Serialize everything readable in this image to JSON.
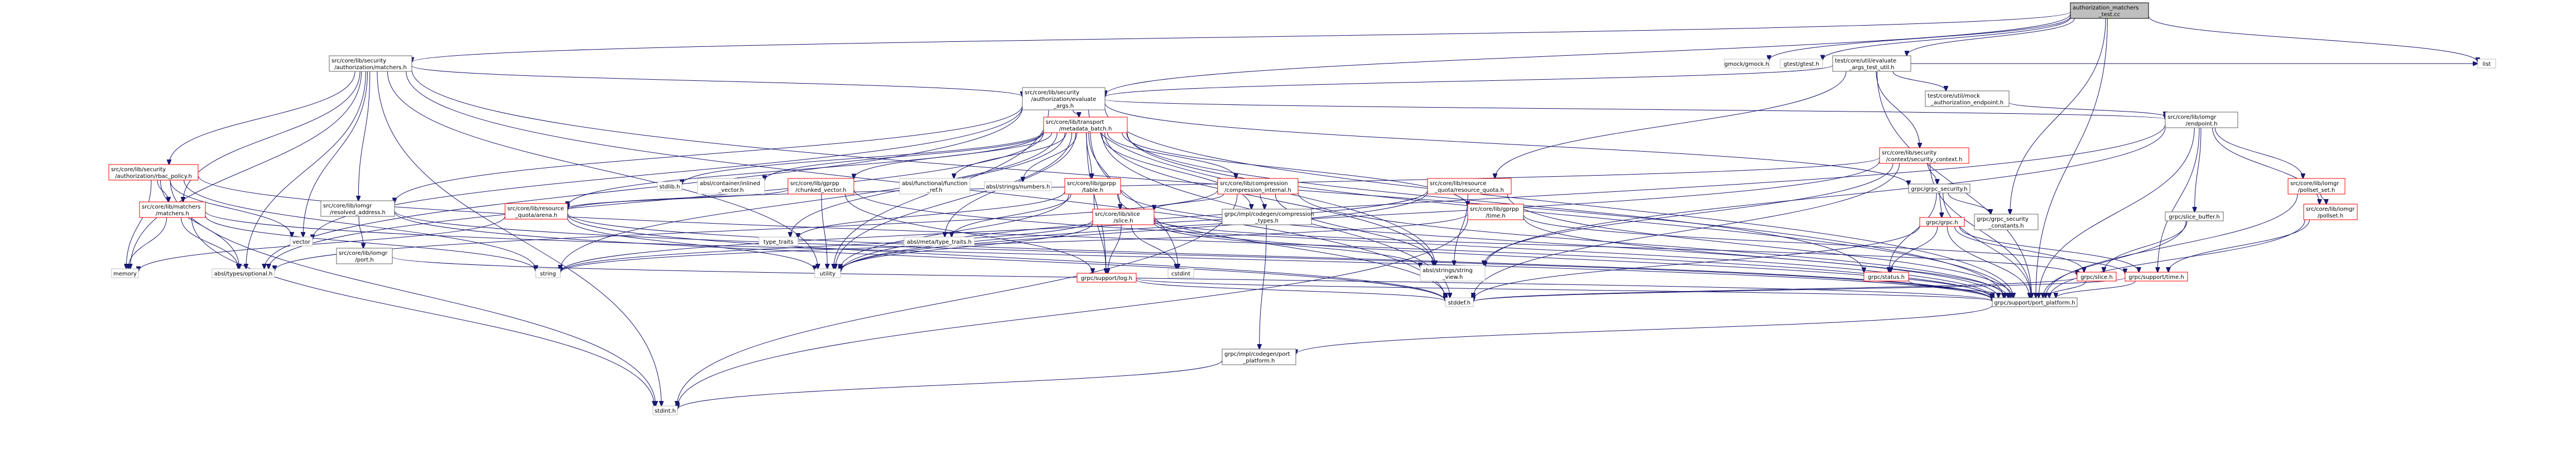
{
  "title": "authorization_matchers_test.cc",
  "colors": {
    "edge": "#191970",
    "root_fill": "#bfbfbf",
    "missing_border": "#ff0000",
    "normal_border": "#666666",
    "external_border": "#bfbfbf"
  },
  "nodes": [
    {
      "id": "root",
      "lines": [
        "authorization_matchers",
        "_test.cc"
      ],
      "style": "root"
    },
    {
      "id": "matchers_h",
      "lines": [
        "src/core/lib/security",
        "/authorization/matchers.h"
      ],
      "style": "black"
    },
    {
      "id": "gmock",
      "lines": [
        "gmock/gmock.h"
      ],
      "style": "grey"
    },
    {
      "id": "gtest",
      "lines": [
        "gtest/gtest.h"
      ],
      "style": "grey"
    },
    {
      "id": "evaluate_util",
      "lines": [
        "test/core/util/evaluate",
        "_args_test_util.h"
      ],
      "style": "black"
    },
    {
      "id": "list",
      "lines": [
        "list"
      ],
      "style": "grey"
    },
    {
      "id": "evaluate_args",
      "lines": [
        "src/core/lib/security",
        "/authorization/evaluate",
        "_args.h"
      ],
      "style": "black"
    },
    {
      "id": "mock_endpoint",
      "lines": [
        "test/core/util/mock",
        "_authorization_endpoint.h"
      ],
      "style": "black"
    },
    {
      "id": "iomgr_endpoint",
      "lines": [
        "src/core/lib/iomgr",
        "/endpoint.h"
      ],
      "style": "black"
    },
    {
      "id": "metadata_batch",
      "lines": [
        "src/core/lib/transport",
        "/metadata_batch.h"
      ],
      "style": "red"
    },
    {
      "id": "rbac_policy",
      "lines": [
        "src/core/lib/security",
        "/authorization/rbac_policy.h"
      ],
      "style": "red"
    },
    {
      "id": "security_context",
      "lines": [
        "src/core/lib/security",
        "/context/security_context.h"
      ],
      "style": "red"
    },
    {
      "id": "grpc_security",
      "lines": [
        "grpc/grpc_security.h"
      ],
      "style": "black"
    },
    {
      "id": "stdlib",
      "lines": [
        "stdlib.h"
      ],
      "style": "grey"
    },
    {
      "id": "inlined_vector",
      "lines": [
        "absl/container/inlined",
        "_vector.h"
      ],
      "style": "grey"
    },
    {
      "id": "chunked_vector",
      "lines": [
        "src/core/lib/gprpp",
        "/chunked_vector.h"
      ],
      "style": "red"
    },
    {
      "id": "function_ref",
      "lines": [
        "absl/functional/function",
        "_ref.h"
      ],
      "style": "grey"
    },
    {
      "id": "numbers",
      "lines": [
        "absl/strings/numbers.h"
      ],
      "style": "grey"
    },
    {
      "id": "table",
      "lines": [
        "src/core/lib/gprpp",
        "/table.h"
      ],
      "style": "red"
    },
    {
      "id": "compression_internal",
      "lines": [
        "src/core/lib/compression",
        "/compression_internal.h"
      ],
      "style": "red"
    },
    {
      "id": "resource_quota",
      "lines": [
        "src/core/lib/resource",
        "_quota/resource_quota.h"
      ],
      "style": "red"
    },
    {
      "id": "pollset_set",
      "lines": [
        "src/core/lib/iomgr",
        "/pollset_set.h"
      ],
      "style": "red"
    },
    {
      "id": "slice_buffer",
      "lines": [
        "grpc/slice_buffer.h"
      ],
      "style": "black"
    },
    {
      "id": "grpc_h",
      "lines": [
        "grpc/grpc.h"
      ],
      "style": "red"
    },
    {
      "id": "security_constants",
      "lines": [
        "grpc/grpc_security",
        "_constants.h"
      ],
      "style": "black"
    },
    {
      "id": "lib_matchers",
      "lines": [
        "src/core/lib/matchers",
        "/matchers.h"
      ],
      "style": "red"
    },
    {
      "id": "resolved_address",
      "lines": [
        "src/core/lib/iomgr",
        "/resolved_address.h"
      ],
      "style": "black"
    },
    {
      "id": "vector",
      "lines": [
        "vector"
      ],
      "style": "grey"
    },
    {
      "id": "arena",
      "lines": [
        "src/core/lib/resource",
        "_quota/arena.h"
      ],
      "style": "red"
    },
    {
      "id": "type_traits",
      "lines": [
        "type_traits"
      ],
      "style": "grey"
    },
    {
      "id": "meta_type_traits",
      "lines": [
        "absl/meta/type_traits.h"
      ],
      "style": "grey"
    },
    {
      "id": "lib_slice",
      "lines": [
        "src/core/lib/slice",
        "/slice.h"
      ],
      "style": "red"
    },
    {
      "id": "compression_types",
      "lines": [
        "grpc/impl/codegen/compression",
        "_types.h"
      ],
      "style": "black"
    },
    {
      "id": "gprpp_time",
      "lines": [
        "src/core/lib/gprpp",
        "/time.h"
      ],
      "style": "red"
    },
    {
      "id": "pollset",
      "lines": [
        "src/core/lib/iomgr",
        "/pollset.h"
      ],
      "style": "red"
    },
    {
      "id": "memory",
      "lines": [
        "memory"
      ],
      "style": "grey"
    },
    {
      "id": "optional",
      "lines": [
        "absl/types/optional.h"
      ],
      "style": "grey"
    },
    {
      "id": "iomgr_port",
      "lines": [
        "src/core/lib/iomgr",
        "/port.h"
      ],
      "style": "black"
    },
    {
      "id": "string",
      "lines": [
        "string"
      ],
      "style": "grey"
    },
    {
      "id": "utility",
      "lines": [
        "utility"
      ],
      "style": "grey"
    },
    {
      "id": "cstdint",
      "lines": [
        "cstdint"
      ],
      "style": "grey"
    },
    {
      "id": "support_log",
      "lines": [
        "grpc/support/log.h"
      ],
      "style": "red"
    },
    {
      "id": "string_view",
      "lines": [
        "absl/strings/string",
        "_view.h"
      ],
      "style": "grey"
    },
    {
      "id": "status_h",
      "lines": [
        "grpc/status.h"
      ],
      "style": "red"
    },
    {
      "id": "grpc_slice",
      "lines": [
        "grpc/slice.h"
      ],
      "style": "red"
    },
    {
      "id": "support_time",
      "lines": [
        "grpc/support/time.h"
      ],
      "style": "red"
    },
    {
      "id": "stddef",
      "lines": [
        "stddef.h"
      ],
      "style": "grey"
    },
    {
      "id": "port_platform",
      "lines": [
        "grpc/support/port_platform.h"
      ],
      "style": "black"
    },
    {
      "id": "codegen_port_platform",
      "lines": [
        "grpc/impl/codegen/port",
        "_platform.h"
      ],
      "style": "black"
    },
    {
      "id": "stdint",
      "lines": [
        "stdint.h"
      ],
      "style": "grey"
    }
  ],
  "edges": [
    [
      "root",
      "matchers_h"
    ],
    [
      "root",
      "gmock"
    ],
    [
      "root",
      "gtest"
    ],
    [
      "root",
      "evaluate_util"
    ],
    [
      "root",
      "evaluate_args"
    ],
    [
      "root",
      "list"
    ],
    [
      "root",
      "port_platform"
    ],
    [
      "root",
      "security_constants"
    ],
    [
      "matchers_h",
      "evaluate_args"
    ],
    [
      "matchers_h",
      "rbac_policy"
    ],
    [
      "matchers_h",
      "lib_matchers"
    ],
    [
      "matchers_h",
      "resolved_address"
    ],
    [
      "matchers_h",
      "vector"
    ],
    [
      "matchers_h",
      "memory"
    ],
    [
      "matchers_h",
      "optional"
    ],
    [
      "matchers_h",
      "utility"
    ],
    [
      "matchers_h",
      "stddef"
    ],
    [
      "matchers_h",
      "stdint"
    ],
    [
      "matchers_h",
      "port_platform"
    ],
    [
      "evaluate_util",
      "evaluate_args"
    ],
    [
      "evaluate_util",
      "mock_endpoint"
    ],
    [
      "evaluate_util",
      "list"
    ],
    [
      "evaluate_util",
      "security_context"
    ],
    [
      "evaluate_util",
      "resource_quota"
    ],
    [
      "evaluate_util",
      "port_platform"
    ],
    [
      "mock_endpoint",
      "iomgr_endpoint"
    ],
    [
      "evaluate_args",
      "metadata_batch"
    ],
    [
      "evaluate_args",
      "iomgr_endpoint"
    ],
    [
      "evaluate_args",
      "grpc_security"
    ],
    [
      "evaluate_args",
      "resolved_address"
    ],
    [
      "evaluate_args",
      "vector"
    ],
    [
      "evaluate_args",
      "optional"
    ],
    [
      "evaluate_args",
      "string_view"
    ],
    [
      "evaluate_args",
      "port_platform"
    ],
    [
      "evaluate_args",
      "utility"
    ],
    [
      "iomgr_endpoint",
      "pollset_set"
    ],
    [
      "iomgr_endpoint",
      "slice_buffer"
    ],
    [
      "iomgr_endpoint",
      "pollset"
    ],
    [
      "iomgr_endpoint",
      "support_time"
    ],
    [
      "iomgr_endpoint",
      "string_view"
    ],
    [
      "iomgr_endpoint",
      "port_platform"
    ],
    [
      "iomgr_endpoint",
      "utility"
    ],
    [
      "metadata_batch",
      "stdlib"
    ],
    [
      "metadata_batch",
      "inlined_vector"
    ],
    [
      "metadata_batch",
      "chunked_vector"
    ],
    [
      "metadata_batch",
      "function_ref"
    ],
    [
      "metadata_batch",
      "numbers"
    ],
    [
      "metadata_batch",
      "table"
    ],
    [
      "metadata_batch",
      "compression_internal"
    ],
    [
      "metadata_batch",
      "compression_types"
    ],
    [
      "metadata_batch",
      "lib_slice"
    ],
    [
      "metadata_batch",
      "gprpp_time"
    ],
    [
      "metadata_batch",
      "arena"
    ],
    [
      "metadata_batch",
      "type_traits"
    ],
    [
      "metadata_batch",
      "meta_type_traits"
    ],
    [
      "metadata_batch",
      "optional"
    ],
    [
      "metadata_batch",
      "string"
    ],
    [
      "metadata_batch",
      "utility"
    ],
    [
      "metadata_batch",
      "cstdint"
    ],
    [
      "metadata_batch",
      "string_view"
    ],
    [
      "metadata_batch",
      "status_h"
    ],
    [
      "metadata_batch",
      "support_log"
    ],
    [
      "metadata_batch",
      "port_platform"
    ],
    [
      "metadata_batch",
      "stddef"
    ],
    [
      "rbac_policy",
      "lib_matchers"
    ],
    [
      "rbac_policy",
      "vector"
    ],
    [
      "rbac_policy",
      "memory"
    ],
    [
      "rbac_policy",
      "optional"
    ],
    [
      "rbac_policy",
      "string"
    ],
    [
      "rbac_policy",
      "stdint"
    ],
    [
      "rbac_policy",
      "port_platform"
    ],
    [
      "security_context",
      "grpc_security"
    ],
    [
      "security_context",
      "arena"
    ],
    [
      "security_context",
      "string_view"
    ],
    [
      "security_context",
      "stddef"
    ],
    [
      "security_context",
      "port_platform"
    ],
    [
      "security_context",
      "utility"
    ],
    [
      "grpc_security",
      "grpc_h"
    ],
    [
      "grpc_security",
      "security_constants"
    ],
    [
      "grpc_security",
      "status_h"
    ],
    [
      "grpc_security",
      "port_platform"
    ],
    [
      "chunked_vector",
      "arena"
    ],
    [
      "chunked_vector",
      "utility"
    ],
    [
      "chunked_vector",
      "support_log"
    ],
    [
      "chunked_vector",
      "port_platform"
    ],
    [
      "table",
      "type_traits"
    ],
    [
      "table",
      "meta_type_traits"
    ],
    [
      "table",
      "utility"
    ],
    [
      "table",
      "support_log"
    ],
    [
      "table",
      "port_platform"
    ],
    [
      "table",
      "stddef"
    ],
    [
      "compression_internal",
      "compression_types"
    ],
    [
      "compression_internal",
      "lib_slice"
    ],
    [
      "compression_internal",
      "string_view"
    ],
    [
      "compression_internal",
      "optional"
    ],
    [
      "compression_internal",
      "stdint"
    ],
    [
      "compression_internal",
      "port_platform"
    ],
    [
      "resource_quota",
      "string_view"
    ],
    [
      "resource_quota",
      "utility"
    ],
    [
      "resource_quota",
      "port_platform"
    ],
    [
      "resource_quota",
      "string"
    ],
    [
      "pollset_set",
      "pollset"
    ],
    [
      "pollset_set",
      "port_platform"
    ],
    [
      "slice_buffer",
      "grpc_slice"
    ],
    [
      "slice_buffer",
      "port_platform"
    ],
    [
      "grpc_h",
      "status_h"
    ],
    [
      "grpc_h",
      "grpc_slice"
    ],
    [
      "grpc_h",
      "support_time"
    ],
    [
      "grpc_h",
      "stddef"
    ],
    [
      "grpc_h",
      "port_platform"
    ],
    [
      "lib_matchers",
      "optional"
    ],
    [
      "lib_matchers",
      "memory"
    ],
    [
      "lib_matchers",
      "string"
    ],
    [
      "lib_matchers",
      "stdint"
    ],
    [
      "lib_matchers",
      "port_platform"
    ],
    [
      "resolved_address",
      "iomgr_port"
    ],
    [
      "resolved_address",
      "port_platform"
    ],
    [
      "resolved_address",
      "stddef"
    ],
    [
      "arena",
      "memory"
    ],
    [
      "arena",
      "utility"
    ],
    [
      "arena",
      "stddef"
    ],
    [
      "arena",
      "port_platform"
    ],
    [
      "lib_slice",
      "string_view"
    ],
    [
      "lib_slice",
      "cstdint"
    ],
    [
      "lib_slice",
      "support_log"
    ],
    [
      "lib_slice",
      "grpc_slice"
    ],
    [
      "lib_slice",
      "utility"
    ],
    [
      "lib_slice",
      "string"
    ],
    [
      "lib_slice",
      "port_platform"
    ],
    [
      "compression_types",
      "codegen_port_platform"
    ],
    [
      "gprpp_time",
      "support_time"
    ],
    [
      "gprpp_time",
      "stdint"
    ],
    [
      "gprpp_time",
      "string"
    ],
    [
      "gprpp_time",
      "port_platform"
    ],
    [
      "pollset",
      "support_time"
    ],
    [
      "pollset",
      "port_platform"
    ],
    [
      "iomgr_port",
      "port_platform"
    ],
    [
      "support_log",
      "stddef"
    ],
    [
      "support_log",
      "port_platform"
    ],
    [
      "status_h",
      "port_platform"
    ],
    [
      "grpc_slice",
      "port_platform"
    ],
    [
      "grpc_slice",
      "stddef"
    ],
    [
      "support_time",
      "port_platform"
    ],
    [
      "support_time",
      "stddef"
    ],
    [
      "port_platform",
      "codegen_port_platform"
    ],
    [
      "codegen_port_platform",
      "stdint"
    ]
  ]
}
